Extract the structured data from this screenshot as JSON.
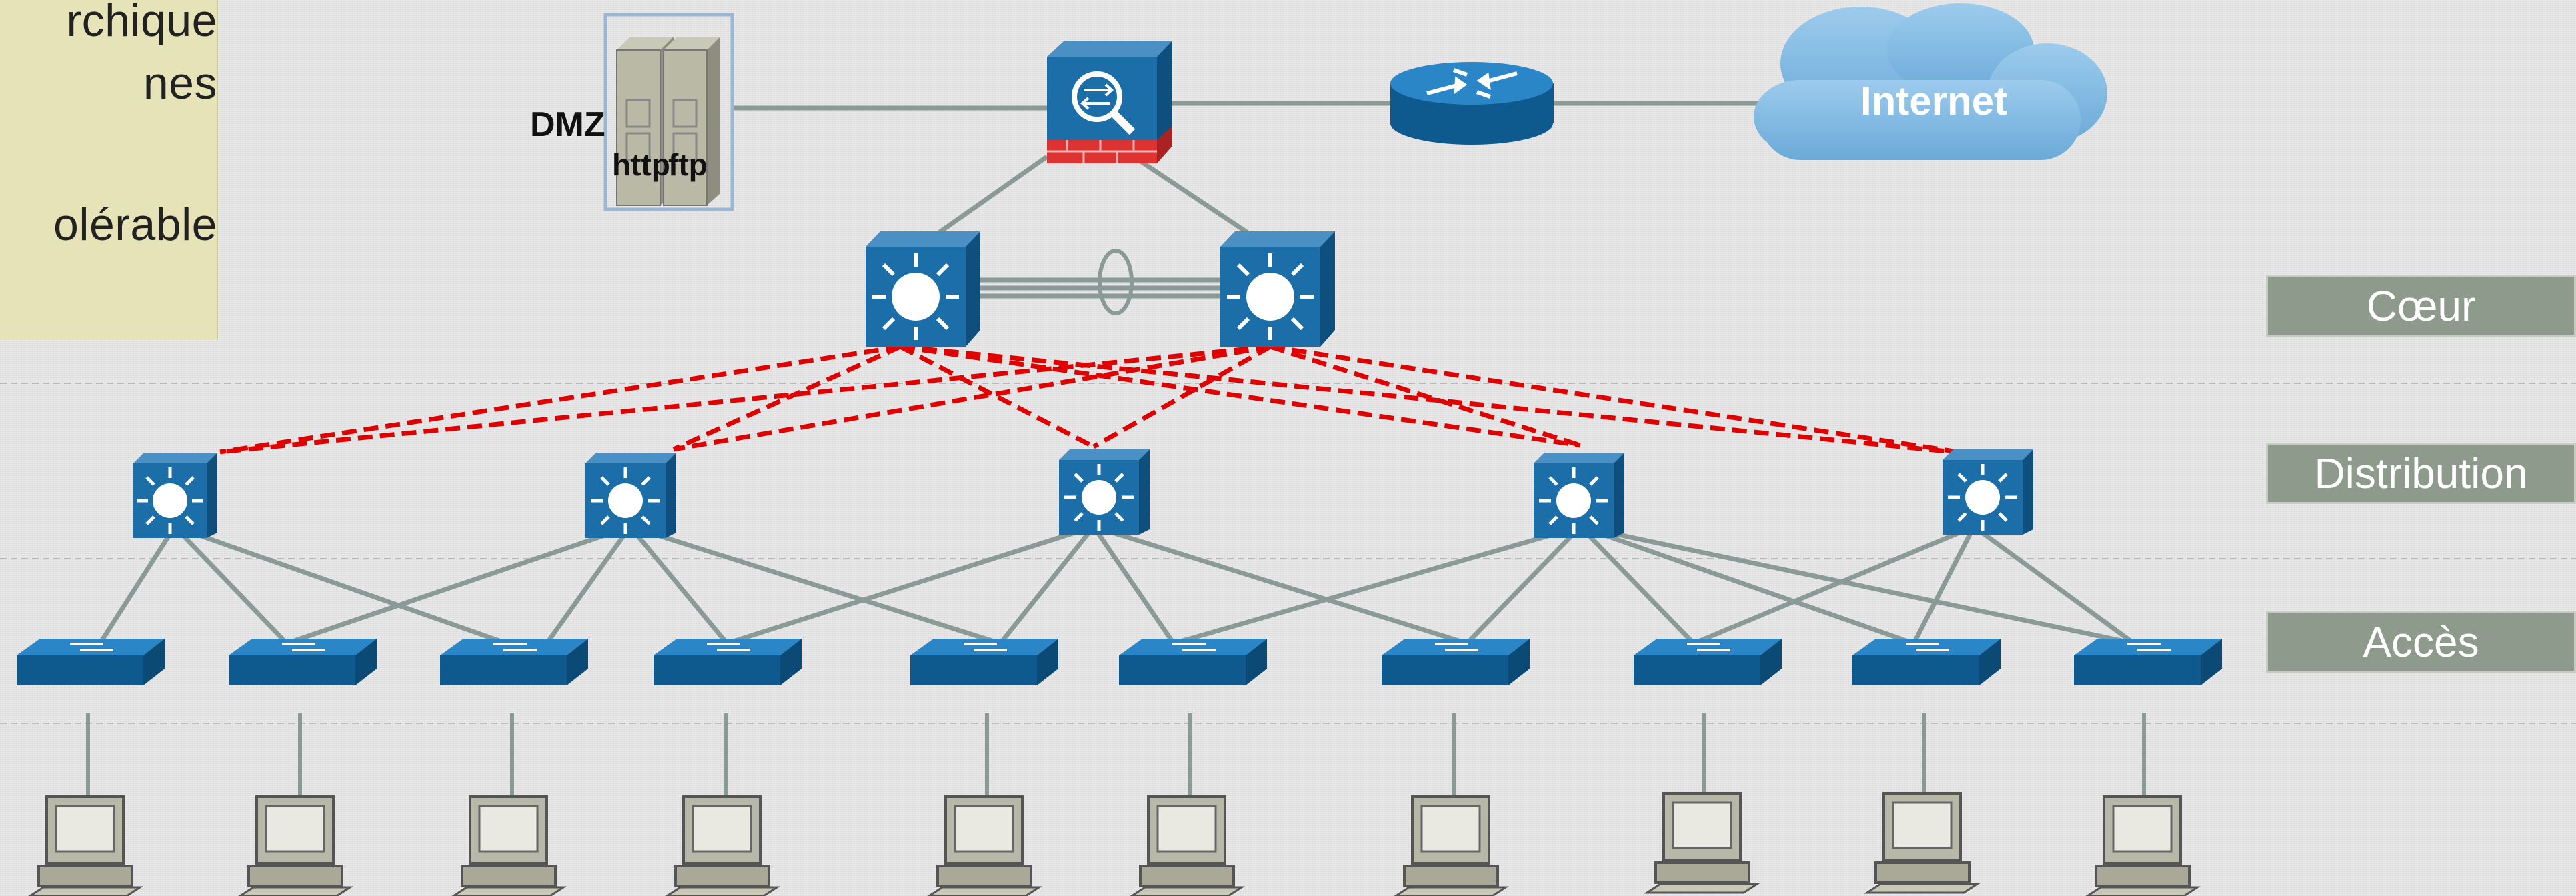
{
  "notes": {
    "lines": [
      "rchique",
      "nes",
      "",
      "olérable"
    ]
  },
  "labels": {
    "dmz": "DMZ",
    "http": "http",
    "ftp": "ftp",
    "internet": "Internet"
  },
  "layers": {
    "core": "Cœur",
    "distribution": "Distribution",
    "access": "Accès"
  },
  "colors": {
    "device_blue": "#1b6ea8",
    "uplink_red": "#e00000",
    "link_grey": "#8a9a96",
    "cloud_blue": "#7fb8e0"
  }
}
